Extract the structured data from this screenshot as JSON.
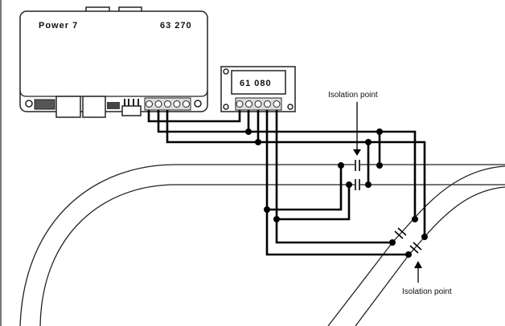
{
  "devices": {
    "power_module": {
      "name": "Power 7",
      "number": "63 270"
    },
    "module_61080": {
      "number": "61 080"
    }
  },
  "annotations": {
    "isolation_top": "Isolation point",
    "isolation_bottom": "Isolation point"
  }
}
